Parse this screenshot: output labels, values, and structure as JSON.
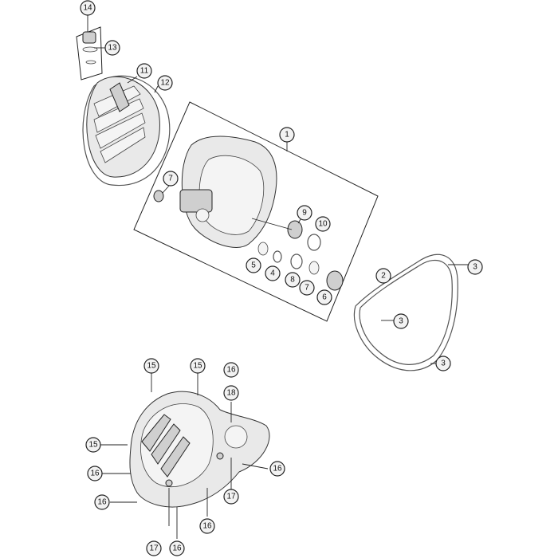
{
  "diagram": {
    "callouts": [
      {
        "id": "c14",
        "label": "14"
      },
      {
        "id": "c13",
        "label": "13"
      },
      {
        "id": "c11",
        "label": "11"
      },
      {
        "id": "c12",
        "label": "12"
      },
      {
        "id": "c1",
        "label": "1"
      },
      {
        "id": "c7a",
        "label": "7"
      },
      {
        "id": "c9",
        "label": "9"
      },
      {
        "id": "c10",
        "label": "10"
      },
      {
        "id": "c5",
        "label": "5"
      },
      {
        "id": "c4",
        "label": "4"
      },
      {
        "id": "c8",
        "label": "8"
      },
      {
        "id": "c7b",
        "label": "7"
      },
      {
        "id": "c6",
        "label": "6"
      },
      {
        "id": "c2",
        "label": "2"
      },
      {
        "id": "c3a",
        "label": "3"
      },
      {
        "id": "c3b",
        "label": "3"
      },
      {
        "id": "c3c",
        "label": "3"
      },
      {
        "id": "c15a",
        "label": "15"
      },
      {
        "id": "c15b",
        "label": "15"
      },
      {
        "id": "c16a",
        "label": "16"
      },
      {
        "id": "c18",
        "label": "18"
      },
      {
        "id": "c15c",
        "label": "15"
      },
      {
        "id": "c16b",
        "label": "16"
      },
      {
        "id": "c16c",
        "label": "16"
      },
      {
        "id": "c16d",
        "label": "16"
      },
      {
        "id": "c17a",
        "label": "17"
      },
      {
        "id": "c16e",
        "label": "16"
      },
      {
        "id": "c17b",
        "label": "17"
      },
      {
        "id": "c16f",
        "label": "16"
      }
    ]
  }
}
